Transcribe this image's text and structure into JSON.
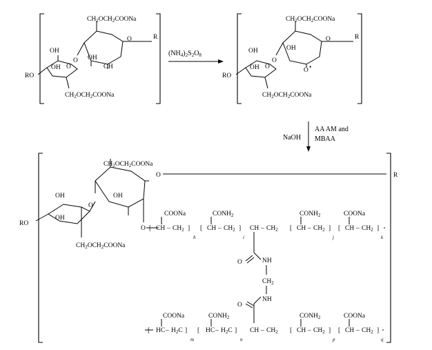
{
  "reaction": {
    "step1_reagent": "(NH4)2S2O8",
    "step2_reagent_left": "NaOH",
    "step2_reagent_right_line1": "AA AM and",
    "step2_reagent_right_line2": "MBAA"
  },
  "labels": {
    "ch2och2coona": "CH2OCH2COONa",
    "oh": "OH",
    "o": "O",
    "ro": "RO",
    "r": "R",
    "coona": "COONa",
    "conh2": "CONH2",
    "ch": "CH",
    "hc": "HC",
    "ch2": "CH2",
    "h2c": "H2C",
    "nh": "NH",
    "radical": "•"
  },
  "subscripts": {
    "h": "h",
    "i": "i",
    "j": "j",
    "k": "k",
    "m": "m",
    "n": "n",
    "p": "p",
    "q": "q"
  }
}
